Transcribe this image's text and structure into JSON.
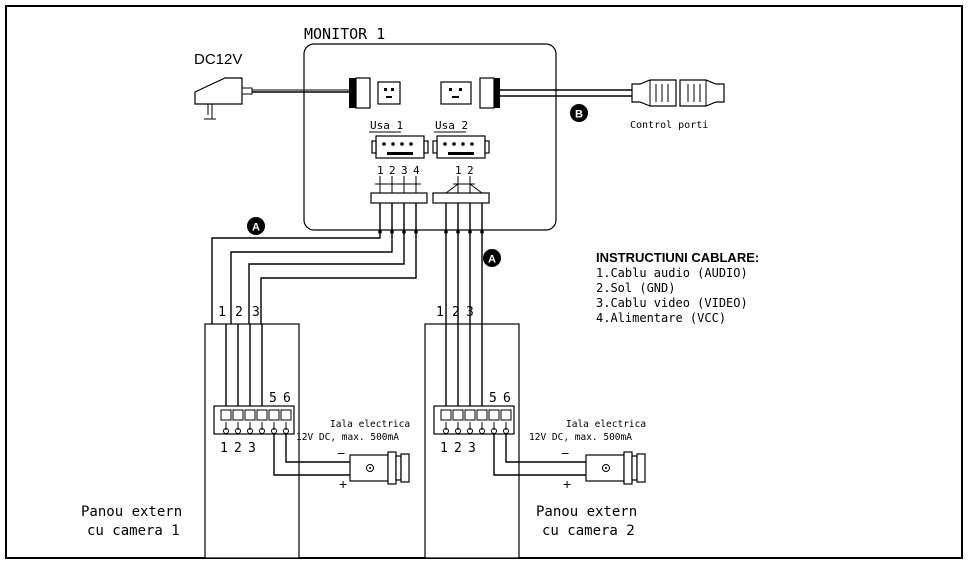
{
  "monitor": {
    "title": "MONITOR 1",
    "connector_1_label": "Usa 1",
    "connector_2_label": "Usa 2",
    "pins_1": [
      "1",
      "2",
      "3",
      "4"
    ],
    "pins_2": [
      "1",
      "2"
    ]
  },
  "power": {
    "label": "DC12V"
  },
  "door_control": {
    "label": "Control porti",
    "marker": "B"
  },
  "cable_markers": [
    "A",
    "A"
  ],
  "instructions": {
    "title": "INSTRUCTIUNI CABLARE:",
    "items": [
      "1.Cablu audio (AUDIO)",
      "2.Sol (GND)",
      "3.Cablu video (VIDEO)",
      "4.Alimentare (VCC)"
    ]
  },
  "panel_1": {
    "name_line1": "Panou extern",
    "name_line2": "cu camera 1",
    "wire_numbers": [
      "1",
      "2",
      "3"
    ],
    "terminal_top": [
      "5",
      "6"
    ],
    "terminal_bottom": [
      "1",
      "2",
      "3"
    ],
    "lock_label": "Iala electrica",
    "lock_spec": "12V DC, max. 500mA",
    "minus": "−",
    "plus": "+"
  },
  "panel_2": {
    "name_line1": "Panou extern",
    "name_line2": "cu camera 2",
    "wire_numbers": [
      "1",
      "2",
      "3"
    ],
    "terminal_top": [
      "5",
      "6"
    ],
    "terminal_bottom": [
      "1",
      "2",
      "3"
    ],
    "lock_label": "Iala electrica",
    "lock_spec": "12V DC, max. 500mA",
    "minus": "−",
    "plus": "+"
  }
}
